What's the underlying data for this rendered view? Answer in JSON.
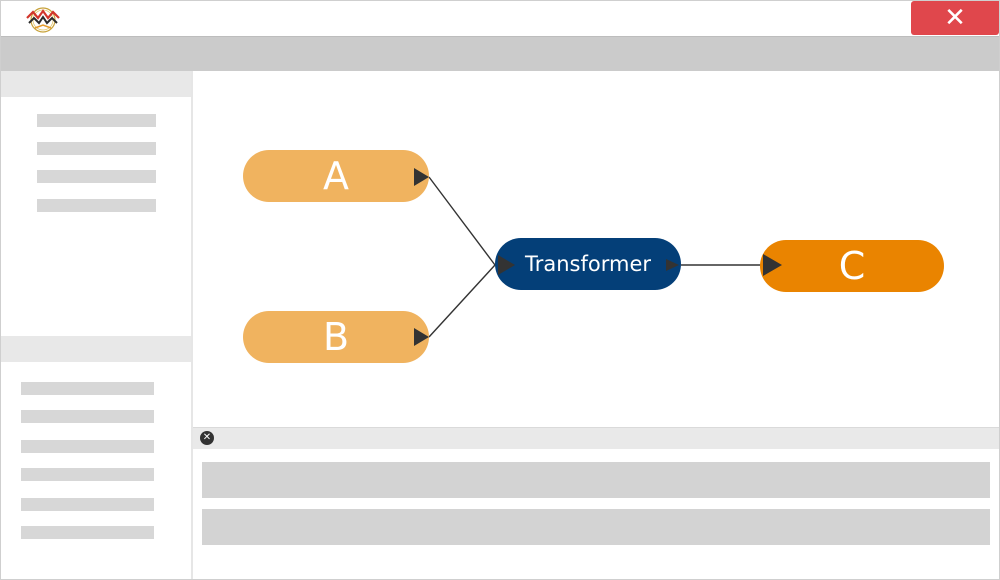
{
  "window": {
    "logo_icon": "app-logo-icon",
    "close_icon": "close-icon",
    "close_symbol": "✕"
  },
  "colors": {
    "input_node": "#f0b35f",
    "transformer_node": "#043f78",
    "output_node": "#ea8400",
    "close_button": "#e0474c",
    "edge": "#333333"
  },
  "diagram": {
    "nodes": [
      {
        "id": "A",
        "label": "A",
        "role": "input"
      },
      {
        "id": "B",
        "label": "B",
        "role": "input"
      },
      {
        "id": "transformer",
        "label": "Transformer",
        "role": "transformer"
      },
      {
        "id": "C",
        "label": "C",
        "role": "output"
      }
    ],
    "edges": [
      {
        "from": "A",
        "to": "transformer"
      },
      {
        "from": "B",
        "to": "transformer"
      },
      {
        "from": "transformer",
        "to": "C"
      }
    ]
  },
  "bottom_panel": {
    "close_icon": "close-circle-icon",
    "close_symbol": "✕"
  }
}
